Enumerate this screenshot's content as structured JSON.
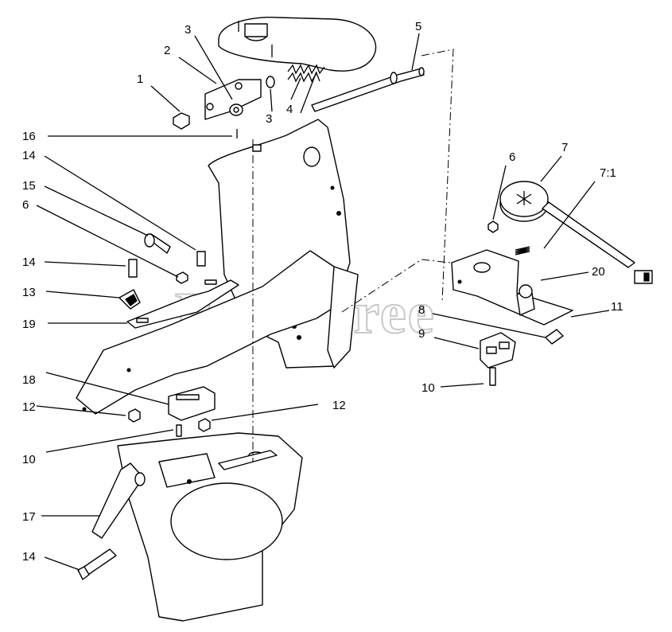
{
  "watermark": "PartsTree",
  "callouts": {
    "c1": "1",
    "c2": "2",
    "c3a": "3",
    "c3b": "3",
    "c4": "4",
    "c5": "5",
    "c6a": "6",
    "c6b": "6",
    "c7": "7",
    "c71": "7:1",
    "c8": "8",
    "c9": "9",
    "c10a": "10",
    "c10b": "10",
    "c11": "11",
    "c12a": "12",
    "c12b": "12",
    "c13": "13",
    "c14a": "14",
    "c14b": "14",
    "c14c": "14",
    "c15": "15",
    "c16": "16",
    "c17": "17",
    "c18": "18",
    "c19": "19",
    "c20": "20"
  }
}
